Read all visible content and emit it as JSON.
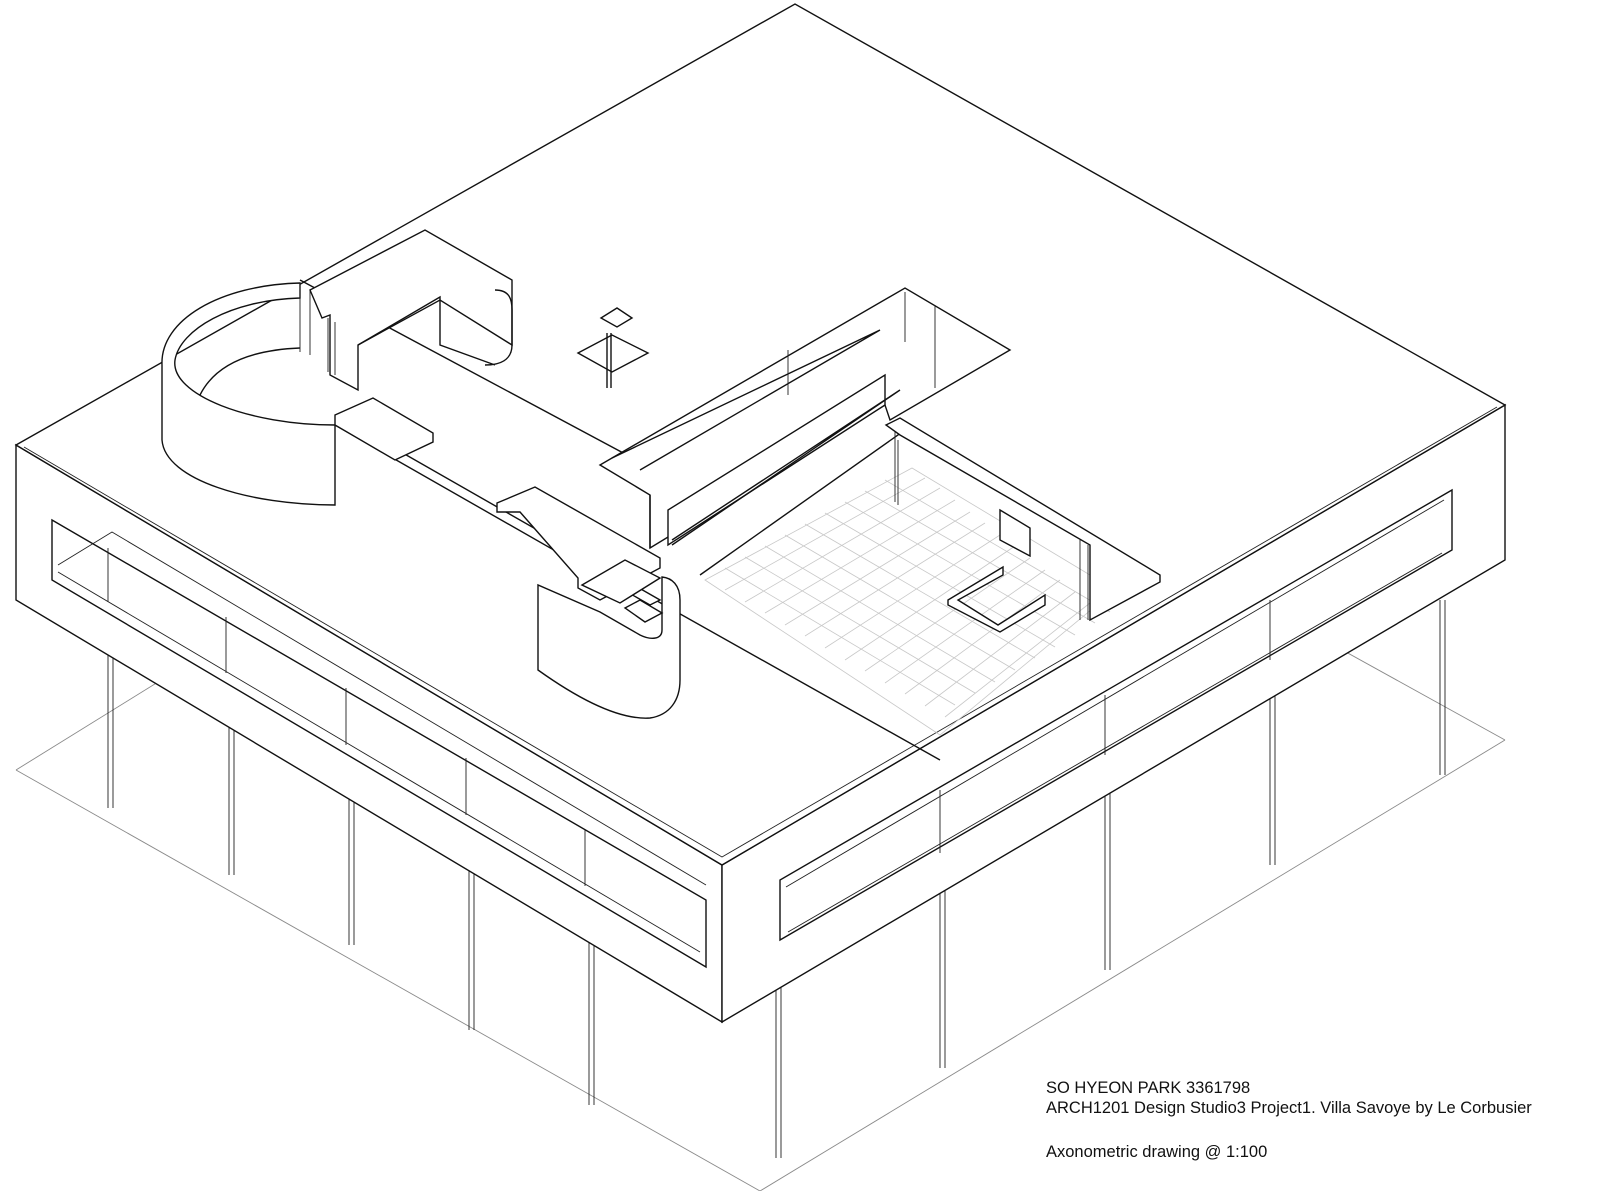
{
  "drawing": {
    "subject": "Villa Savoye axonometric",
    "type": "architectural axonometric line drawing",
    "line_color": "#111111",
    "ground_line_color": "#8a8a8a",
    "tile_grid_color": "#c8c8c8",
    "background": "#ffffff"
  },
  "caption": {
    "author_line": "SO HYEON PARK 3361798",
    "course_line": "ARCH1201 Design Studio3  Project1. Villa Savoye by Le Corbusier",
    "drawing_type_line": "Axonometric drawing @ 1:100"
  }
}
